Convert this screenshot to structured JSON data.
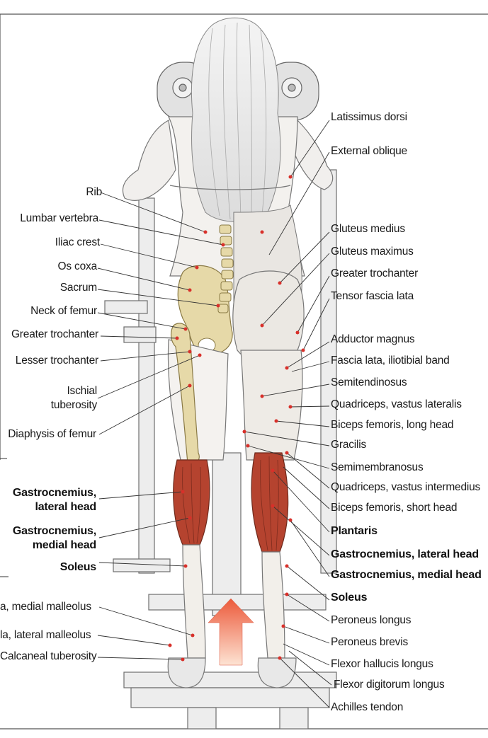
{
  "labels": {
    "left": {
      "rib": "Rib",
      "lumbar_vertebra": "Lumbar vertebra",
      "iliac_crest": "Iliac crest",
      "os_coxa": "Os coxa",
      "sacrum": "Sacrum",
      "neck_of_femur": "Neck of femur",
      "greater_trochanter": "Greater trochanter",
      "lesser_trochanter": "Lesser trochanter",
      "ischial_tuberosity": "Ischial\ntuberosity",
      "diaphysis_of_femur": "Diaphysis of femur",
      "gastrocnemius_lateral_head": "Gastrocnemius,\nlateral head",
      "gastrocnemius_medial_head": "Gastrocnemius,\nmedial head",
      "soleus": "Soleus",
      "tibia_medial_malleolus": "a, medial malleolus",
      "fibula_lateral_malleolus": "la, lateral malleolus",
      "calcaneal_tuberosity": "Calcaneal tuberosity"
    },
    "right": {
      "latissimus_dorsi": "Latissimus dorsi",
      "external_oblique": "External oblique",
      "gluteus_medius": "Gluteus medius",
      "gluteus_maximus": "Gluteus maximus",
      "greater_trochanter": "Greater trochanter",
      "tensor_fascia_lata": "Tensor fascia lata",
      "adductor_magnus": "Adductor magnus",
      "fascia_lata": "Fascia lata, iliotibial band",
      "semitendinosus": "Semitendinosus",
      "quadriceps_vastus_lateralis": "Quadriceps, vastus lateralis",
      "biceps_femoris_long_head": "Biceps femoris, long head",
      "gracilis": "Gracilis",
      "semimembranosus": "Semimembranosus",
      "quadriceps_vastus_intermedius": "Quadriceps, vastus intermedius",
      "biceps_femoris_short_head": "Biceps femoris, short head",
      "plantaris": "Plantaris",
      "gastrocnemius_lateral_head": "Gastrocnemius, lateral head",
      "gastrocnemius_medial_head": "Gastrocnemius, medial head",
      "soleus": "Soleus",
      "peroneus_longus": "Peroneus longus",
      "peroneus_brevis": "Peroneus brevis",
      "flexor_hallucis_longus": "Flexor hallucis longus",
      "flexor_digitorum_longus": "Flexor digitorum longus",
      "achilles_tendon": "Achilles tendon"
    }
  },
  "colors": {
    "muscle_red": "#b5432f",
    "bone": "#e6d9a8",
    "leader_line": "#333333",
    "marker_dot": "#d8302a",
    "arrow_top": "#ec5a3b",
    "arrow_bottom": "#fde3d3"
  }
}
